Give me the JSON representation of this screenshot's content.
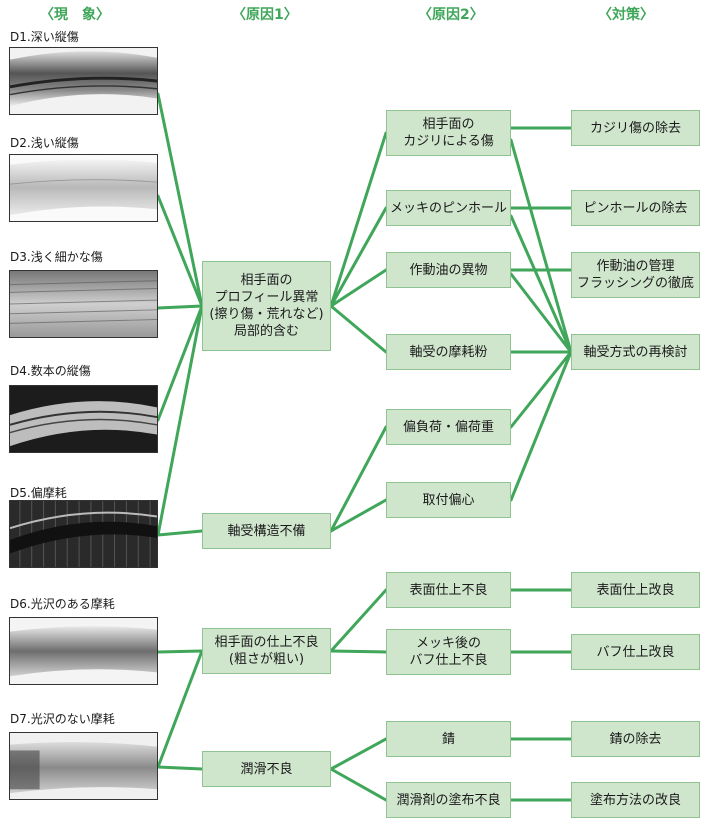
{
  "headers": {
    "phenomenon": "〈現　象〉",
    "cause1": "〈原因1〉",
    "cause2": "〈原因2〉",
    "countermeasure": "〈対策〉"
  },
  "colors": {
    "accent": "#3fa65a",
    "box_fill": "#cfe6cd",
    "box_border": "#8fc392"
  },
  "phenomena": [
    {
      "label": "D1.深い縦傷",
      "tone": "dark"
    },
    {
      "label": "D2.浅い縦傷",
      "tone": "light"
    },
    {
      "label": "D3.浅く細かな傷",
      "tone": "striped"
    },
    {
      "label": "D4.数本の縦傷",
      "tone": "dark"
    },
    {
      "label": "D5.偏摩耗",
      "tone": "black"
    },
    {
      "label": "D6.光沢のある摩耗",
      "tone": "smooth"
    },
    {
      "label": "D7.光沢のない摩耗",
      "tone": "matte"
    }
  ],
  "cause1": [
    "相手面の\nプロフィール異常\n(擦り傷・荒れなど)\n局部的含む",
    "軸受構造不備",
    "相手面の仕上不良\n(粗さが粗い)",
    "潤滑不良"
  ],
  "cause2": [
    "相手面の\nカジリによる傷",
    "メッキのピンホール",
    "作動油の異物",
    "軸受の摩耗粉",
    "偏負荷・偏荷重",
    "取付偏心",
    "表面仕上不良",
    "メッキ後の\nバフ仕上不良",
    "錆",
    "潤滑剤の塗布不良"
  ],
  "countermeasures": [
    "カジリ傷の除去",
    "ピンホールの除去",
    "作動油の管理\nフラッシングの徹底",
    "軸受方式の再検討",
    "表面仕上改良",
    "バフ仕上改良",
    "錆の除去",
    "塗布方法の改良"
  ]
}
